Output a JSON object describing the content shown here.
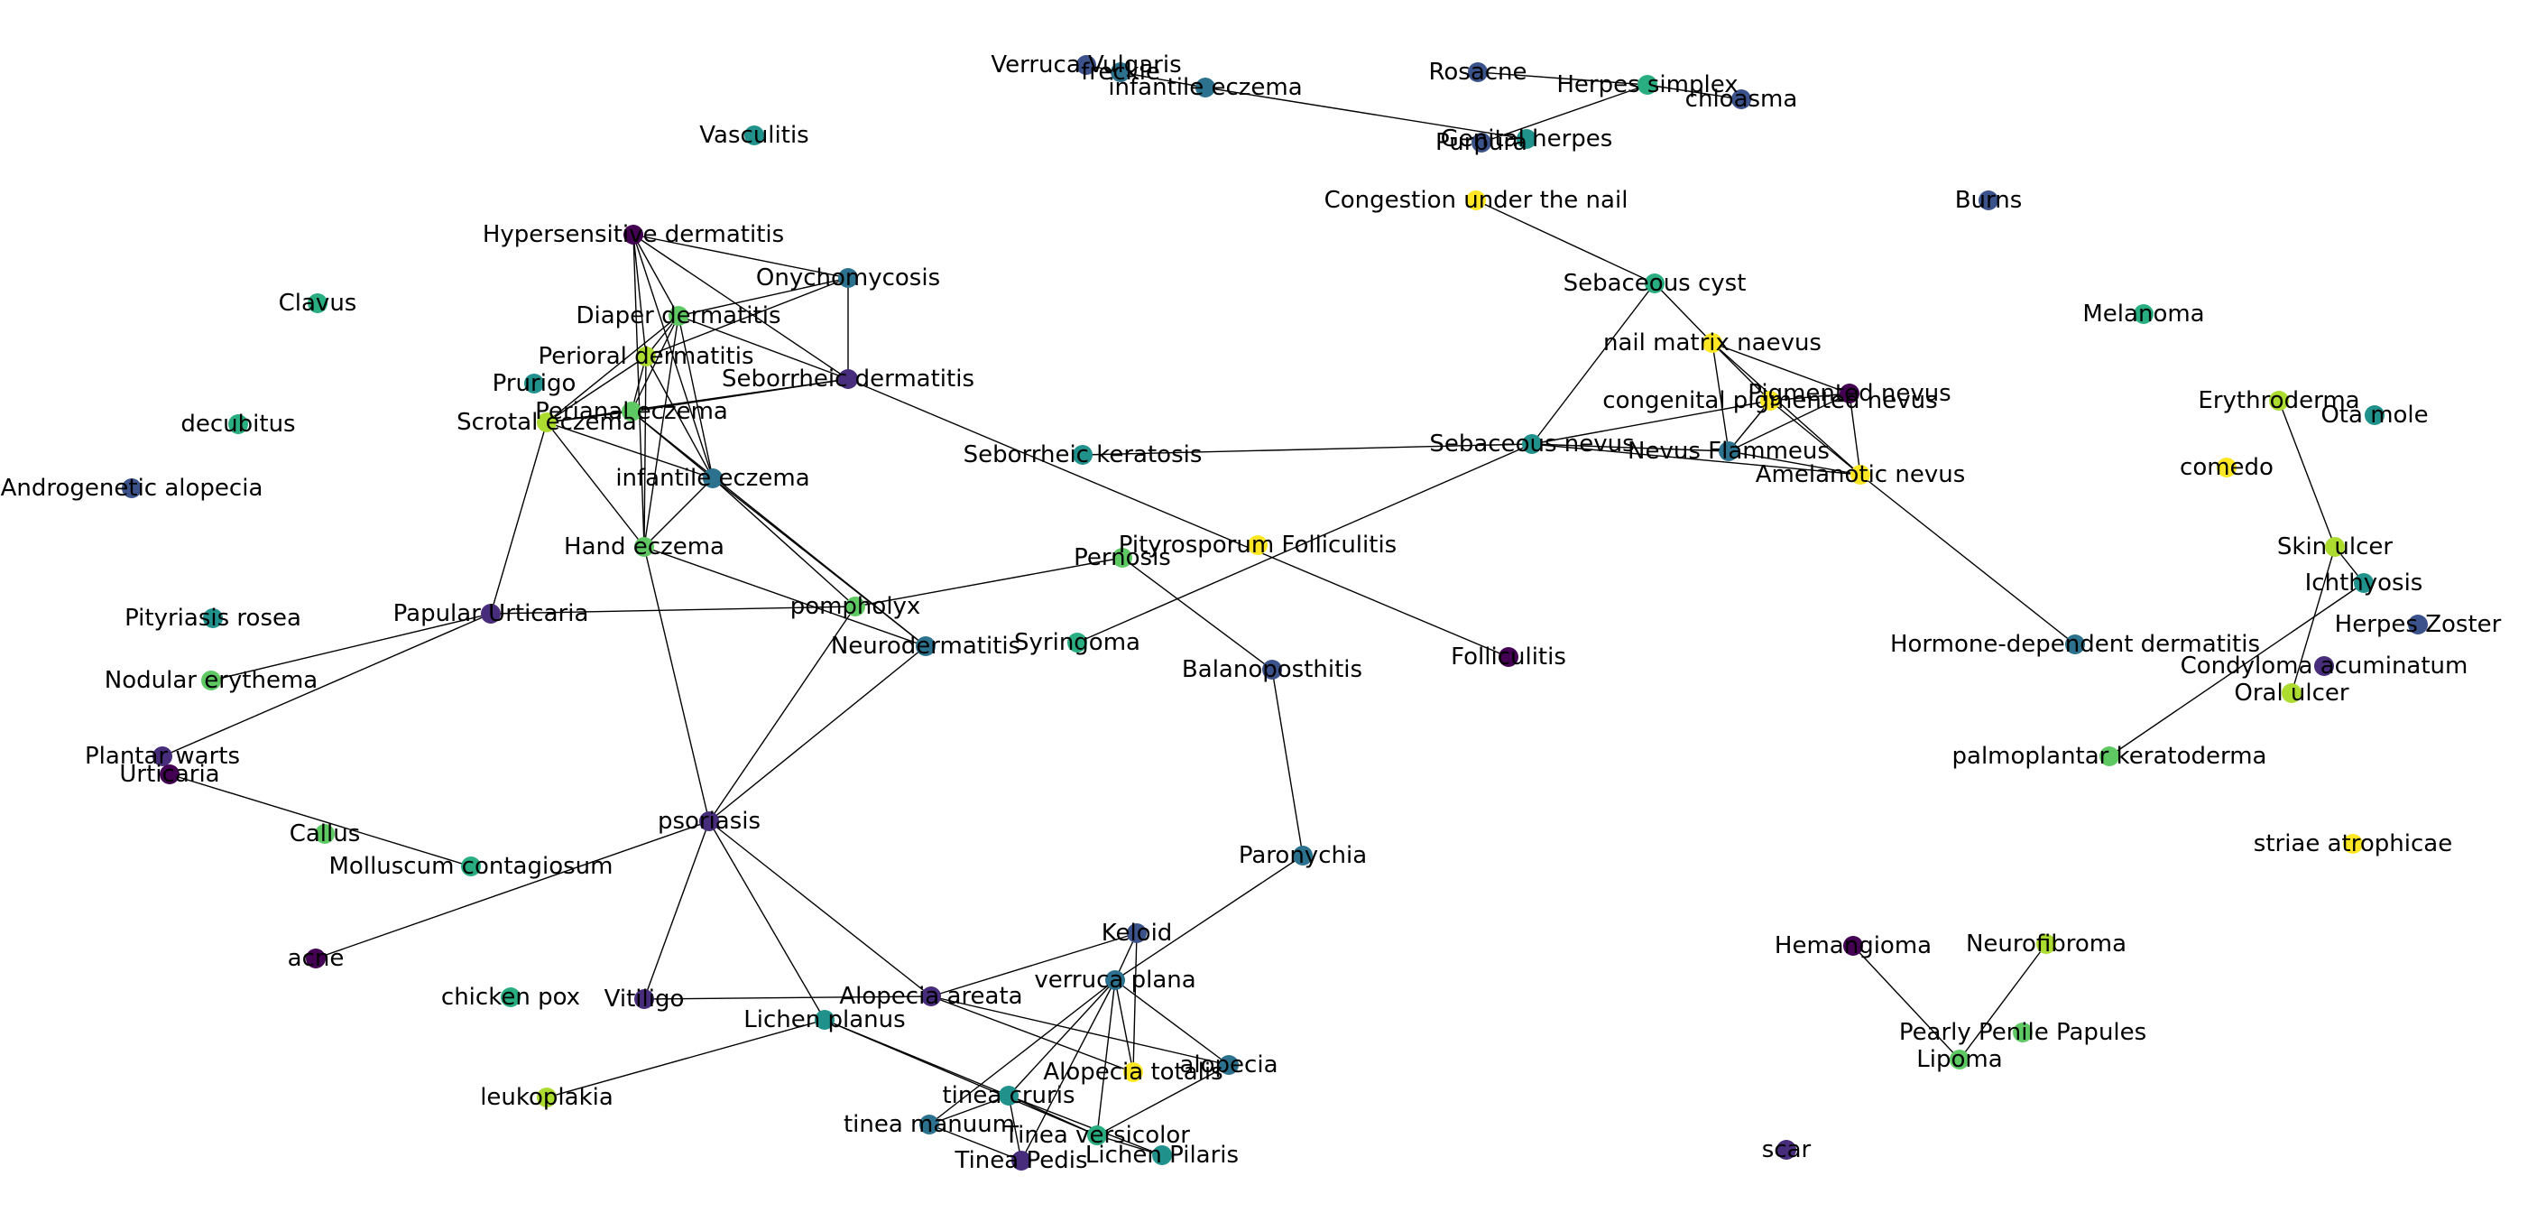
{
  "palette": {
    "c0": "#440154",
    "c1": "#472d7b",
    "c2": "#3b528b",
    "c3": "#2c728e",
    "c4": "#21918c",
    "c5": "#28ae80",
    "c6": "#5ec962",
    "c7": "#addc30",
    "c8": "#fde725"
  },
  "nodes": [
    {
      "id": "verruca_vulgaris",
      "label": "Verruca Vulgaris",
      "color": "c2"
    },
    {
      "id": "freckle",
      "label": "freckle",
      "color": "c3"
    },
    {
      "id": "infantile_eczema_top",
      "label": "infantile eczema",
      "color": "c3"
    },
    {
      "id": "rosacne",
      "label": "Rosacne",
      "color": "c2"
    },
    {
      "id": "herpes_simplex",
      "label": "Herpes simplex",
      "color": "c5"
    },
    {
      "id": "chloasma",
      "label": "chloasma",
      "color": "c2"
    },
    {
      "id": "genital_herpes",
      "label": "Genital herpes",
      "color": "c4"
    },
    {
      "id": "purpura",
      "label": "Purpura",
      "color": "c2"
    },
    {
      "id": "vasculitis",
      "label": "Vasculitis",
      "color": "c4"
    },
    {
      "id": "congestion_nail",
      "label": "Congestion under the nail",
      "color": "c8"
    },
    {
      "id": "burns",
      "label": "Burns",
      "color": "c2"
    },
    {
      "id": "hypersensitive_dermatitis",
      "label": "Hypersensitive dermatitis",
      "color": "c0"
    },
    {
      "id": "onychomycosis",
      "label": "Onychomycosis",
      "color": "c3"
    },
    {
      "id": "sebaceous_cyst",
      "label": "Sebaceous cyst",
      "color": "c5"
    },
    {
      "id": "clavus",
      "label": "Clavus",
      "color": "c5"
    },
    {
      "id": "diaper_dermatitis",
      "label": "Diaper dermatitis",
      "color": "c6"
    },
    {
      "id": "melanoma",
      "label": "Melanoma",
      "color": "c5"
    },
    {
      "id": "nail_matrix_naevus",
      "label": "nail matrix naevus",
      "color": "c8"
    },
    {
      "id": "perioral_dermatitis",
      "label": "Perioral dermatitis",
      "color": "c7"
    },
    {
      "id": "seborrheic_dermatitis",
      "label": "Seborrheic dermatitis",
      "color": "c1"
    },
    {
      "id": "prurigo",
      "label": "Prurigo",
      "color": "c4"
    },
    {
      "id": "pigmented_nevus",
      "label": "Pigmented nevus",
      "color": "c0"
    },
    {
      "id": "congenital_pigmented_nevus",
      "label": "congenital pigmented nevus",
      "color": "c8"
    },
    {
      "id": "erythroderma",
      "label": "Erythroderma",
      "color": "c7"
    },
    {
      "id": "decubitus",
      "label": "decubitus",
      "color": "c5"
    },
    {
      "id": "perianal_eczema",
      "label": "Perianal eczema",
      "color": "c6"
    },
    {
      "id": "ota_mole",
      "label": "Ota mole",
      "color": "c4"
    },
    {
      "id": "scrotal_eczema",
      "label": "Scrotal eczema",
      "color": "c7"
    },
    {
      "id": "sebaceous_nevus",
      "label": "Sebaceous nevus",
      "color": "c4"
    },
    {
      "id": "nevus_flammeus",
      "label": "Nevus Flammeus",
      "color": "c3"
    },
    {
      "id": "seborrheic_keratosis",
      "label": "Seborrheic keratosis",
      "color": "c4"
    },
    {
      "id": "comedo",
      "label": "comedo",
      "color": "c8"
    },
    {
      "id": "amelanotic_nevus",
      "label": "Amelanotic nevus",
      "color": "c8"
    },
    {
      "id": "infantile_eczema",
      "label": "infantile eczema",
      "color": "c3"
    },
    {
      "id": "androgenetic_alopecia",
      "label": "Androgenetic alopecia",
      "color": "c2"
    },
    {
      "id": "pityrosporum_folliculitis",
      "label": "Pityrosporum Folliculitis",
      "color": "c8"
    },
    {
      "id": "skin_ulcer",
      "label": "Skin ulcer",
      "color": "c7"
    },
    {
      "id": "hand_eczema",
      "label": "Hand eczema",
      "color": "c6"
    },
    {
      "id": "pernosis",
      "label": "Pernosis",
      "color": "c6"
    },
    {
      "id": "ichthyosis",
      "label": "Ichthyosis",
      "color": "c4"
    },
    {
      "id": "pompholyx",
      "label": "pompholyx",
      "color": "c6"
    },
    {
      "id": "pityriasis_rosea",
      "label": "Pityriasis rosea",
      "color": "c4"
    },
    {
      "id": "papular_urticaria",
      "label": "Papular Urticaria",
      "color": "c1"
    },
    {
      "id": "herpes_zoster",
      "label": "Herpes Zoster",
      "color": "c2"
    },
    {
      "id": "syringoma",
      "label": "Syringoma",
      "color": "c5"
    },
    {
      "id": "neurodermatitis",
      "label": "Neurodermatitis",
      "color": "c3"
    },
    {
      "id": "hormone_dependent_dermatitis",
      "label": "Hormone-dependent dermatitis",
      "color": "c3"
    },
    {
      "id": "folliculitis",
      "label": "Folliculitis",
      "color": "c0"
    },
    {
      "id": "balanoposthitis",
      "label": "Balanoposthitis",
      "color": "c2"
    },
    {
      "id": "condyloma_acuminatum",
      "label": "Condyloma acuminatum",
      "color": "c1"
    },
    {
      "id": "nodular_erythema",
      "label": "Nodular erythema",
      "color": "c6"
    },
    {
      "id": "oral_ulcer",
      "label": "Oral ulcer",
      "color": "c7"
    },
    {
      "id": "palmoplantar_keratoderma",
      "label": "palmoplantar keratoderma",
      "color": "c6"
    },
    {
      "id": "plantar_warts",
      "label": "Plantar warts",
      "color": "c1"
    },
    {
      "id": "urticaria",
      "label": "Urticaria",
      "color": "c0"
    },
    {
      "id": "psoriasis",
      "label": "psoriasis",
      "color": "c1"
    },
    {
      "id": "callus",
      "label": "Callus",
      "color": "c6"
    },
    {
      "id": "striae_atrophicae",
      "label": "striae atrophicae",
      "color": "c8"
    },
    {
      "id": "molluscum_contagiosum",
      "label": "Molluscum contagiosum",
      "color": "c5"
    },
    {
      "id": "paronychia",
      "label": "Paronychia",
      "color": "c3"
    },
    {
      "id": "keloid",
      "label": "Keloid",
      "color": "c2"
    },
    {
      "id": "acne",
      "label": "acne",
      "color": "c0"
    },
    {
      "id": "hemangioma",
      "label": "Hemangioma",
      "color": "c0"
    },
    {
      "id": "neurofibroma",
      "label": "Neurofibroma",
      "color": "c7"
    },
    {
      "id": "verruca_plana",
      "label": "verruca plana",
      "color": "c3"
    },
    {
      "id": "chicken_pox",
      "label": "chicken pox",
      "color": "c5"
    },
    {
      "id": "vitiligo",
      "label": "Vitiligo",
      "color": "c1"
    },
    {
      "id": "alopecia_areata",
      "label": "Alopecia areata",
      "color": "c1"
    },
    {
      "id": "lichen_planus",
      "label": "Lichen planus",
      "color": "c4"
    },
    {
      "id": "pearly_penile_papules",
      "label": "Pearly Penile Papules",
      "color": "c6"
    },
    {
      "id": "alopecia",
      "label": "alopecia",
      "color": "c3"
    },
    {
      "id": "alopecia_totalis",
      "label": "Alopecia totalis",
      "color": "c8"
    },
    {
      "id": "lipoma",
      "label": "Lipoma",
      "color": "c6"
    },
    {
      "id": "leukoplakia",
      "label": "leukoplakia",
      "color": "c7"
    },
    {
      "id": "tinea_cruris",
      "label": "tinea cruris",
      "color": "c4"
    },
    {
      "id": "tinea_manuum",
      "label": "tinea manuum",
      "color": "c3"
    },
    {
      "id": "tinea_versicolor",
      "label": "Tinea versicolor",
      "color": "c5"
    },
    {
      "id": "tinea_pedis",
      "label": "Tinea Pedis",
      "color": "c1"
    },
    {
      "id": "lichen_pilaris",
      "label": "Lichen Pilaris",
      "color": "c4"
    },
    {
      "id": "scar",
      "label": "scar",
      "color": "c1"
    }
  ],
  "edges": [
    [
      "verruca_vulgaris",
      "freckle"
    ],
    [
      "freckle",
      "infantile_eczema_top"
    ],
    [
      "infantile_eczema_top",
      "genital_herpes"
    ],
    [
      "rosacne",
      "herpes_simplex"
    ],
    [
      "herpes_simplex",
      "chloasma"
    ],
    [
      "herpes_simplex",
      "purpura"
    ],
    [
      "congestion_nail",
      "sebaceous_cyst"
    ],
    [
      "hypersensitive_dermatitis",
      "onychomycosis"
    ],
    [
      "hypersensitive_dermatitis",
      "diaper_dermatitis"
    ],
    [
      "hypersensitive_dermatitis",
      "perioral_dermatitis"
    ],
    [
      "hypersensitive_dermatitis",
      "seborrheic_dermatitis"
    ],
    [
      "hypersensitive_dermatitis",
      "infantile_eczema"
    ],
    [
      "hypersensitive_dermatitis",
      "hand_eczema"
    ],
    [
      "onychomycosis",
      "diaper_dermatitis"
    ],
    [
      "onychomycosis",
      "perioral_dermatitis"
    ],
    [
      "onychomycosis",
      "seborrheic_dermatitis"
    ],
    [
      "diaper_dermatitis",
      "perioral_dermatitis"
    ],
    [
      "diaper_dermatitis",
      "seborrheic_dermatitis"
    ],
    [
      "diaper_dermatitis",
      "scrotal_eczema"
    ],
    [
      "diaper_dermatitis",
      "perianal_eczema"
    ],
    [
      "diaper_dermatitis",
      "infantile_eczema"
    ],
    [
      "diaper_dermatitis",
      "hand_eczema"
    ],
    [
      "perioral_dermatitis",
      "perianal_eczema"
    ],
    [
      "perioral_dermatitis",
      "scrotal_eczema"
    ],
    [
      "perioral_dermatitis",
      "hand_eczema"
    ],
    [
      "perioral_dermatitis",
      "infantile_eczema"
    ],
    [
      "seborrheic_dermatitis",
      "perianal_eczema"
    ],
    [
      "seborrheic_dermatitis",
      "scrotal_eczema"
    ],
    [
      "seborrheic_dermatitis",
      "folliculitis"
    ],
    [
      "perianal_eczema",
      "scrotal_eczema"
    ],
    [
      "perianal_eczema",
      "infantile_eczema"
    ],
    [
      "perianal_eczema",
      "neurodermatitis"
    ],
    [
      "scrotal_eczema",
      "infantile_eczema"
    ],
    [
      "scrotal_eczema",
      "hand_eczema"
    ],
    [
      "scrotal_eczema",
      "papular_urticaria"
    ],
    [
      "infantile_eczema",
      "hand_eczema"
    ],
    [
      "infantile_eczema",
      "pompholyx"
    ],
    [
      "infantile_eczema",
      "neurodermatitis"
    ],
    [
      "hand_eczema",
      "neurodermatitis"
    ],
    [
      "hand_eczema",
      "psoriasis"
    ],
    [
      "pompholyx",
      "papular_urticaria"
    ],
    [
      "pompholyx",
      "pernosis"
    ],
    [
      "pompholyx",
      "psoriasis"
    ],
    [
      "neurodermatitis",
      "psoriasis"
    ],
    [
      "papular_urticaria",
      "nodular_erythema"
    ],
    [
      "papular_urticaria",
      "plantar_warts"
    ],
    [
      "urticaria",
      "molluscum_contagiosum"
    ],
    [
      "psoriasis",
      "acne"
    ],
    [
      "psoriasis",
      "vitiligo"
    ],
    [
      "psoriasis",
      "alopecia_areata"
    ],
    [
      "psoriasis",
      "lichen_planus"
    ],
    [
      "pernosis",
      "balanoposthitis"
    ],
    [
      "balanoposthitis",
      "paronychia"
    ],
    [
      "paronychia",
      "verruca_plana"
    ],
    [
      "sebaceous_cyst",
      "nail_matrix_naevus"
    ],
    [
      "sebaceous_cyst",
      "sebaceous_nevus"
    ],
    [
      "sebaceous_nevus",
      "seborrheic_keratosis"
    ],
    [
      "sebaceous_nevus",
      "syringoma"
    ],
    [
      "sebaceous_nevus",
      "nevus_flammeus"
    ],
    [
      "sebaceous_nevus",
      "congenital_pigmented_nevus"
    ],
    [
      "sebaceous_nevus",
      "amelanotic_nevus"
    ],
    [
      "nail_matrix_naevus",
      "pigmented_nevus"
    ],
    [
      "nail_matrix_naevus",
      "congenital_pigmented_nevus"
    ],
    [
      "nail_matrix_naevus",
      "nevus_flammeus"
    ],
    [
      "nail_matrix_naevus",
      "amelanotic_nevus"
    ],
    [
      "pigmented_nevus",
      "congenital_pigmented_nevus"
    ],
    [
      "pigmented_nevus",
      "nevus_flammeus"
    ],
    [
      "pigmented_nevus",
      "amelanotic_nevus"
    ],
    [
      "congenital_pigmented_nevus",
      "nevus_flammeus"
    ],
    [
      "congenital_pigmented_nevus",
      "amelanotic_nevus"
    ],
    [
      "nevus_flammeus",
      "amelanotic_nevus"
    ],
    [
      "amelanotic_nevus",
      "hormone_dependent_dermatitis"
    ],
    [
      "erythroderma",
      "skin_ulcer"
    ],
    [
      "skin_ulcer",
      "ichthyosis"
    ],
    [
      "skin_ulcer",
      "oral_ulcer"
    ],
    [
      "ichthyosis",
      "palmoplantar_keratoderma"
    ],
    [
      "alopecia_areata",
      "vitiligo"
    ],
    [
      "alopecia_areata",
      "keloid"
    ],
    [
      "alopecia_areata",
      "alopecia"
    ],
    [
      "alopecia_areata",
      "alopecia_totalis"
    ],
    [
      "keloid",
      "verruca_plana"
    ],
    [
      "keloid",
      "alopecia_totalis"
    ],
    [
      "verruca_plana",
      "alopecia"
    ],
    [
      "verruca_plana",
      "tinea_cruris"
    ],
    [
      "verruca_plana",
      "tinea_manuum"
    ],
    [
      "verruca_plana",
      "tinea_versicolor"
    ],
    [
      "verruca_plana",
      "tinea_pedis"
    ],
    [
      "verruca_plana",
      "alopecia_totalis"
    ],
    [
      "lichen_planus",
      "leukoplakia"
    ],
    [
      "lichen_planus",
      "tinea_cruris"
    ],
    [
      "lichen_planus",
      "tinea_versicolor"
    ],
    [
      "tinea_cruris",
      "tinea_manuum"
    ],
    [
      "tinea_cruris",
      "tinea_pedis"
    ],
    [
      "tinea_cruris",
      "tinea_versicolor"
    ],
    [
      "tinea_cruris",
      "lichen_pilaris"
    ],
    [
      "tinea_manuum",
      "tinea_pedis"
    ],
    [
      "tinea_versicolor",
      "alopecia"
    ],
    [
      "tinea_versicolor",
      "lichen_pilaris"
    ],
    [
      "hemangioma",
      "lipoma"
    ],
    [
      "neurofibroma",
      "lipoma"
    ]
  ]
}
